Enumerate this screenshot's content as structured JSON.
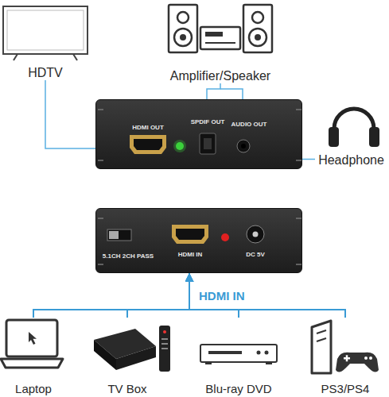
{
  "diagram": {
    "nodes": [
      {
        "text": [
          "HDTV"
        ]
      },
      {
        "text": [
          "Amplifier/Speaker"
        ]
      },
      {
        "text": [
          "Headphone"
        ]
      },
      {
        "text": [
          "HDMI OUT",
          "SPDIF OUT",
          "AUDIO OUT"
        ]
      },
      {
        "text": [
          "5.1CH 2CH PASS",
          "HDMI IN",
          "DC 5V"
        ]
      },
      {
        "text": [
          "Laptop"
        ]
      },
      {
        "text": [
          "TV Box"
        ]
      },
      {
        "text": [
          "Blu-ray DVD"
        ]
      },
      {
        "text": [
          "PS3/PS4"
        ]
      }
    ],
    "edges": [
      {
        "from": 3,
        "to": 0,
        "arrow": "none"
      },
      {
        "from": 3,
        "to": 1,
        "arrow": "none"
      },
      {
        "from": 3,
        "to": 2,
        "arrow": "none"
      },
      {
        "from": 5,
        "to": 4,
        "arrow": "to"
      },
      {
        "from": 6,
        "to": 4,
        "arrow": "to"
      },
      {
        "from": 7,
        "to": 4,
        "arrow": "to"
      },
      {
        "from": 8,
        "to": 4,
        "arrow": "to"
      }
    ],
    "labels": [
      "HDMI IN"
    ]
  }
}
